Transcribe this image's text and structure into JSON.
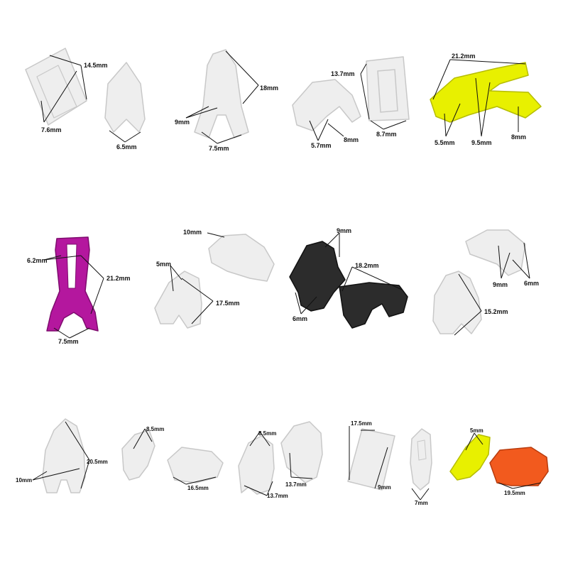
{
  "colors": {
    "white_clip": "#eeeeee",
    "white_clip_edge": "#c8c8c8",
    "yellow_clip": "#e8f000",
    "yellow_clip_edge": "#b6bd00",
    "magenta_clip": "#b4179e",
    "magenta_clip_edge": "#7e0c6e",
    "black_clip": "#2c2c2c",
    "black_clip_edge": "#111111",
    "orange_clip": "#f25a1e",
    "orange_clip_edge": "#b83c0e",
    "leader_line": "#111111"
  },
  "clips": [
    {
      "id": "c1",
      "color": "white",
      "dims": [
        "14.5mm",
        "7.6mm",
        "6.5mm"
      ]
    },
    {
      "id": "c2",
      "color": "white",
      "dims": [
        "18mm",
        "9mm",
        "7.5mm"
      ]
    },
    {
      "id": "c3",
      "color": "white",
      "dims": [
        "13.7mm",
        "5.7mm",
        "8mm",
        "8.7mm"
      ]
    },
    {
      "id": "c4",
      "color": "yellow",
      "dims": [
        "21.2mm",
        "5.5mm",
        "9.5mm",
        "8mm"
      ]
    },
    {
      "id": "c5",
      "color": "magenta",
      "dims": [
        "6.2mm",
        "21.2mm",
        "7.5mm"
      ]
    },
    {
      "id": "c6",
      "color": "white",
      "dims": [
        "10mm",
        "5mm",
        "17.5mm"
      ]
    },
    {
      "id": "c7",
      "color": "black",
      "dims": [
        "9mm",
        "18.2mm",
        "6mm"
      ]
    },
    {
      "id": "c8",
      "color": "white",
      "dims": [
        "9mm",
        "6mm",
        "15.2mm"
      ]
    },
    {
      "id": "c9",
      "color": "white",
      "dims": [
        "10mm",
        "20.5mm"
      ]
    },
    {
      "id": "c10",
      "color": "white",
      "dims": [
        "8.5mm",
        "16.5mm"
      ]
    },
    {
      "id": "c11",
      "color": "white",
      "dims": [
        "8.5mm",
        "13.7mm",
        "13.7mm"
      ]
    },
    {
      "id": "c12",
      "color": "white",
      "dims": [
        "17.5mm",
        "9mm",
        "7mm"
      ]
    },
    {
      "id": "c13",
      "color": "yellow+orange",
      "dims": [
        "5mm",
        "19.5mm"
      ]
    }
  ]
}
